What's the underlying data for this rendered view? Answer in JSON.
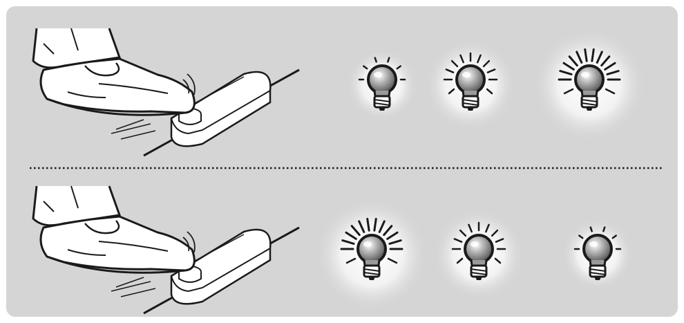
{
  "diagram": {
    "rows": [
      {
        "name": "top",
        "description_visible": "",
        "bulbs": [
          {
            "level": 1
          },
          {
            "level": 2
          },
          {
            "level": 3
          }
        ]
      },
      {
        "name": "bottom",
        "description_visible": "",
        "bulbs": [
          {
            "level": 3
          },
          {
            "level": 2
          },
          {
            "level": 1
          }
        ]
      }
    ]
  },
  "colors": {
    "background": "#d5d5d5",
    "frame": "#ffffff",
    "line": "#1a1a1a",
    "glow": "#ffffff"
  }
}
